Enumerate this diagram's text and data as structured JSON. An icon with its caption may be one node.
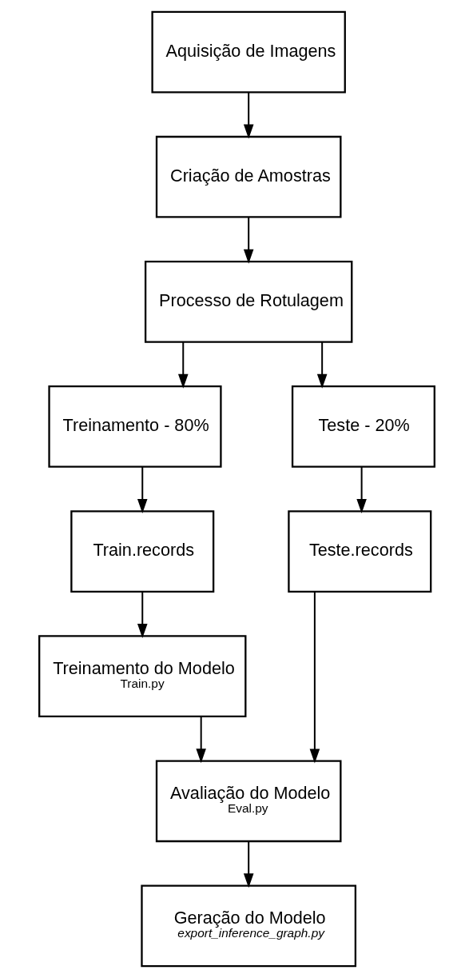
{
  "diagram": {
    "nodes": [
      {
        "text": [
          "Aquisição de Imagens"
        ]
      },
      {
        "text": [
          "Criação de Amostras"
        ]
      },
      {
        "text": [
          "Processo de Rotulagem"
        ]
      },
      {
        "text": [
          "Treinamento - 80%"
        ]
      },
      {
        "text": [
          "Teste - 20%"
        ]
      },
      {
        "text": [
          "Train.records"
        ]
      },
      {
        "text": [
          "Teste.records"
        ]
      },
      {
        "text": [
          "Treinamento do Modelo",
          "Train.py"
        ]
      },
      {
        "text": [
          "Avaliação do Modelo",
          "Eval.py"
        ]
      },
      {
        "text": [
          "Geração do Modelo",
          "export_inference_graph.py"
        ]
      }
    ],
    "edges": [
      {
        "from": 0,
        "to": 1,
        "arrow": "to"
      },
      {
        "from": 1,
        "to": 2,
        "arrow": "to"
      },
      {
        "from": 2,
        "to": 3,
        "arrow": "to"
      },
      {
        "from": 2,
        "to": 4,
        "arrow": "to"
      },
      {
        "from": 3,
        "to": 5,
        "arrow": "to"
      },
      {
        "from": 4,
        "to": 6,
        "arrow": "to"
      },
      {
        "from": 5,
        "to": 7,
        "arrow": "to"
      },
      {
        "from": 7,
        "to": 8,
        "arrow": "to"
      },
      {
        "from": 6,
        "to": 8,
        "arrow": "to"
      },
      {
        "from": 8,
        "to": 9,
        "arrow": "to"
      }
    ]
  }
}
